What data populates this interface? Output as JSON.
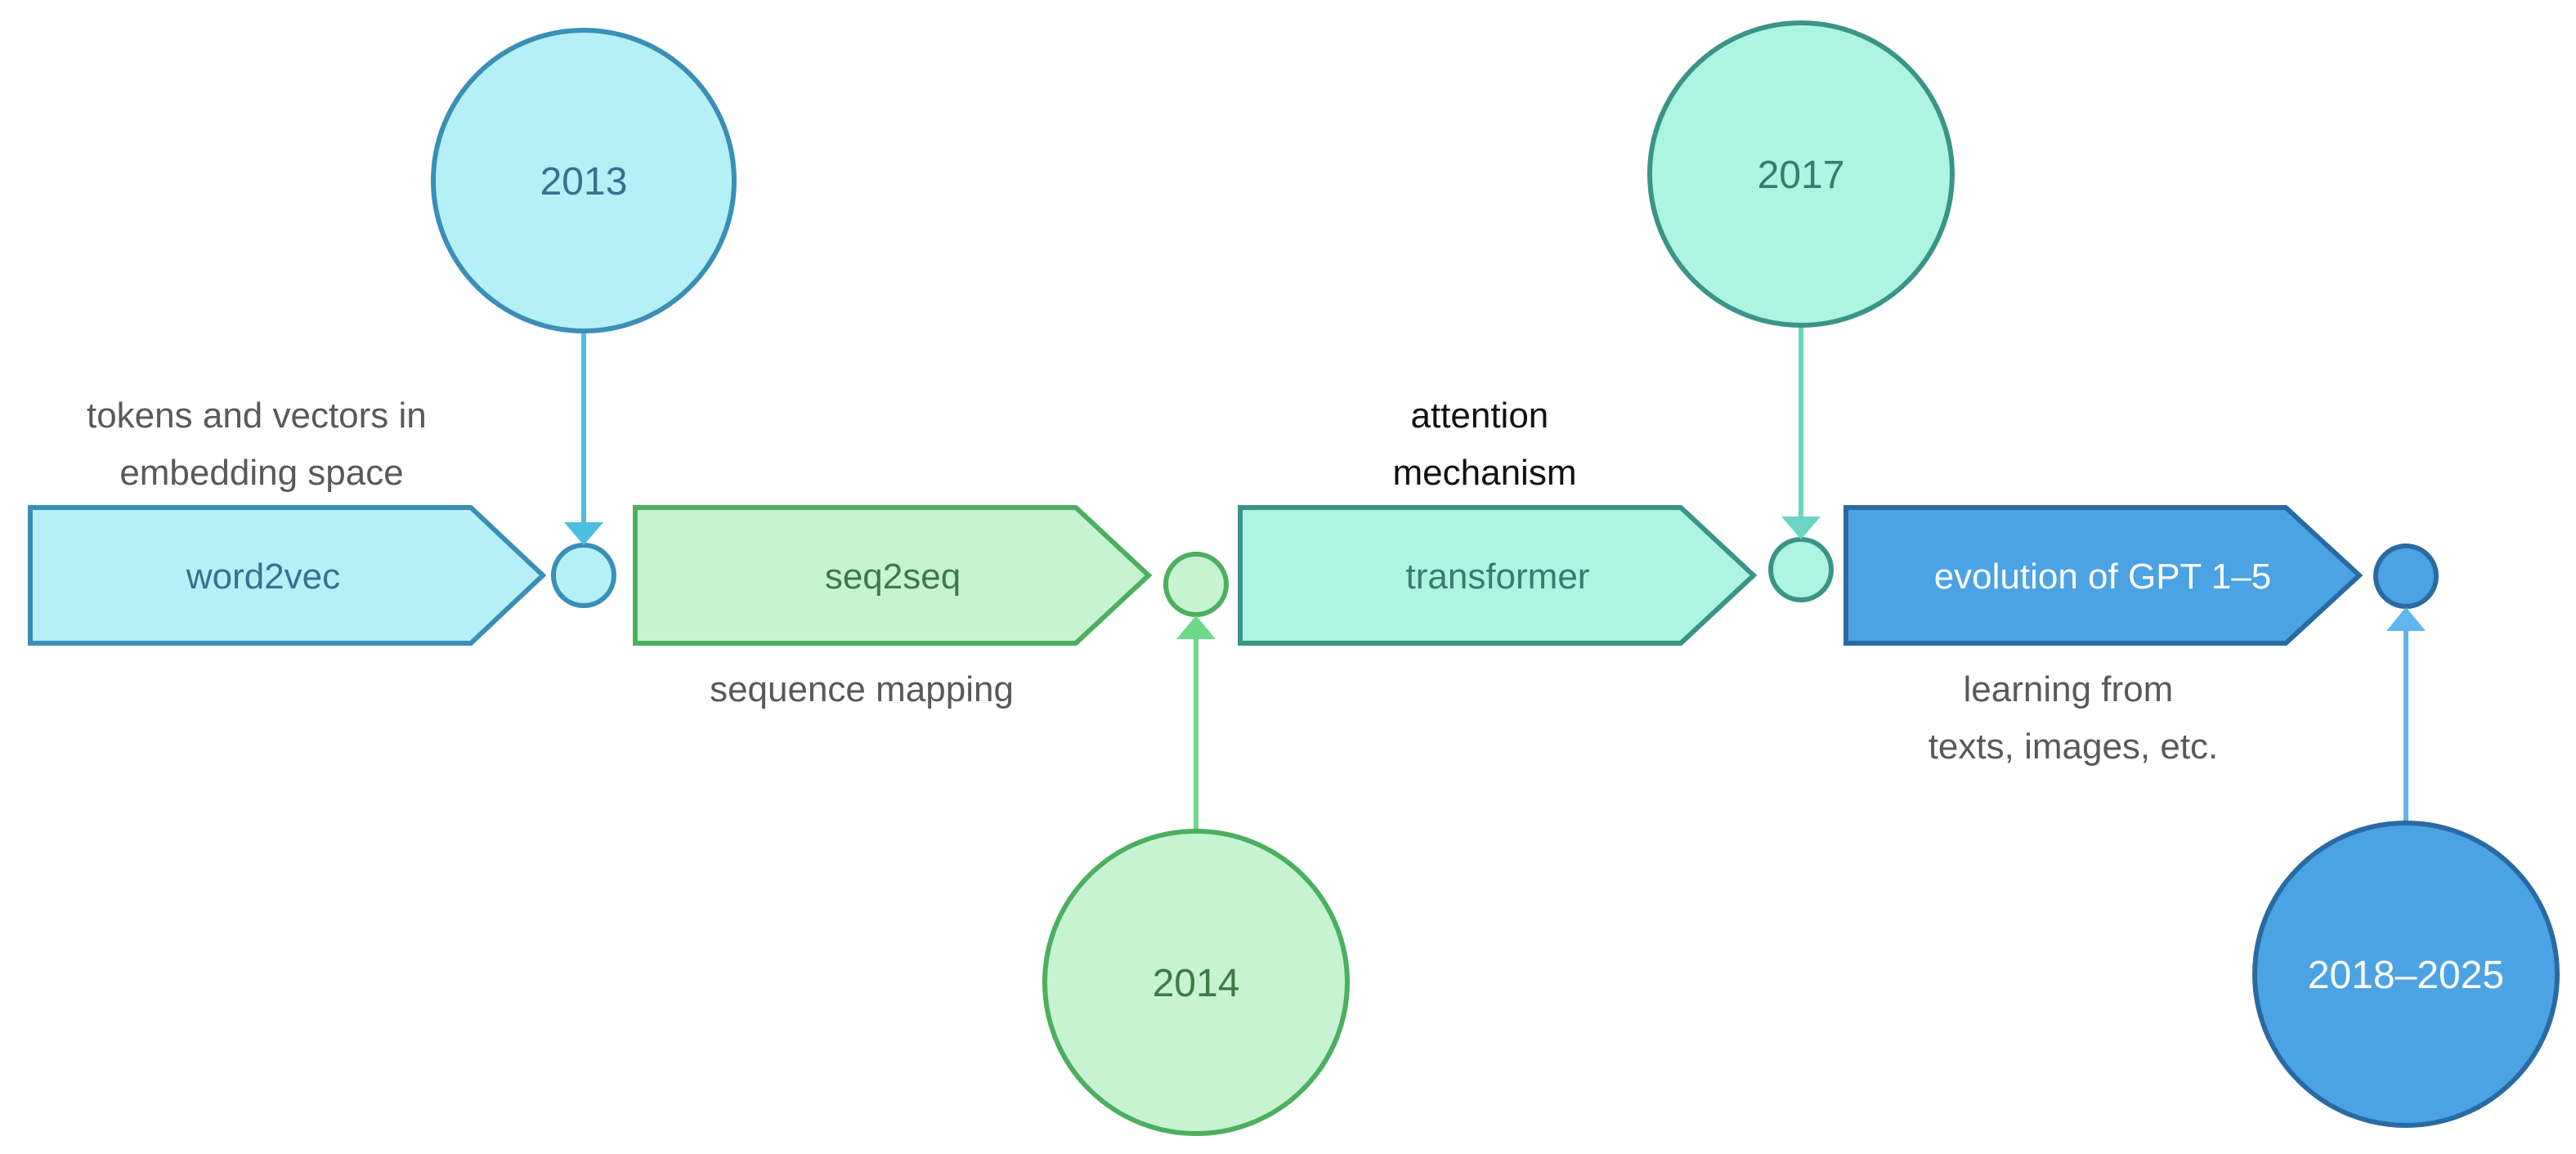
{
  "colors": {
    "stage1_fill": "#b5f0f7",
    "stage1_stroke": "#3a8fb7",
    "stage1_connector": "#4bbfe0",
    "stage2_fill": "#c6f4d2",
    "stage2_stroke": "#4caf5f",
    "stage2_connector": "#6fd98a",
    "stage3_fill": "#adf4e3",
    "stage3_stroke": "#3a9487",
    "stage3_connector": "#6bd4c3",
    "stage4_fill": "#4ba3e3",
    "stage4_stroke": "#2a6aa3",
    "stage4_connector": "#5fb5ec"
  },
  "stages": [
    {
      "label": "word2vec",
      "year": "2013",
      "note_lines": [
        "tokens and vectors in",
        "embedding space"
      ]
    },
    {
      "label": "seq2seq",
      "year": "2014",
      "note_lines": [
        "sequence mapping"
      ]
    },
    {
      "label": "transformer",
      "year": "2017",
      "note_lines": [
        "attention",
        "mechanism"
      ]
    },
    {
      "label": "evolution of GPT 1–5",
      "year": "2018–2025",
      "note_lines": [
        "learning from",
        "texts, images, etc."
      ]
    }
  ]
}
